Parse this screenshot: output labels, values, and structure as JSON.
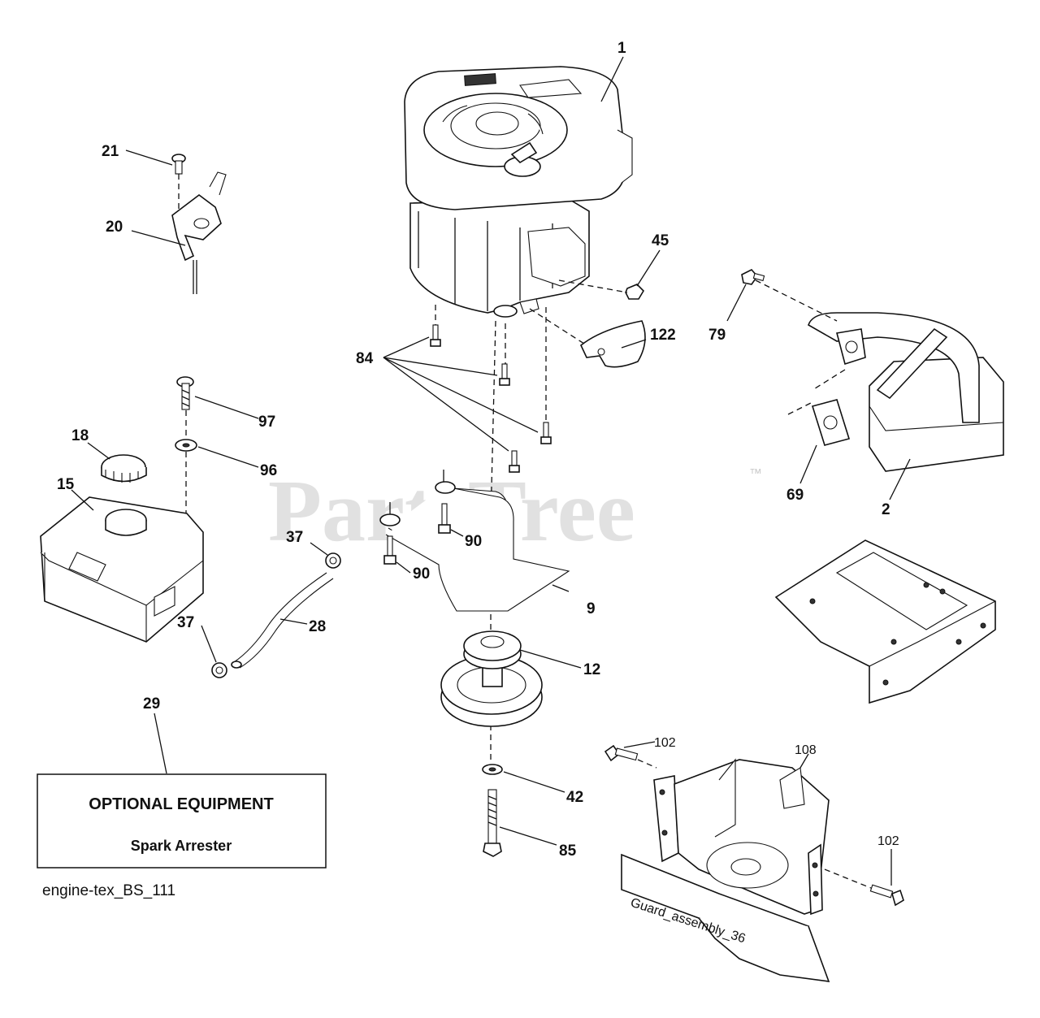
{
  "watermark": {
    "text": "PartsTree",
    "tm": "™"
  },
  "optional_box": {
    "title": "OPTIONAL EQUIPMENT",
    "subtitle": "Spark Arrester"
  },
  "footer_code": "engine-tex_BS_111",
  "callouts": {
    "c1": "1",
    "c2": "2",
    "c9": "9",
    "c12": "12",
    "c15": "15",
    "c18": "18",
    "c20": "20",
    "c21": "21",
    "c28": "28",
    "c29": "29",
    "c37a": "37",
    "c37b": "37",
    "c42": "42",
    "c45": "45",
    "c69": "69",
    "c79": "79",
    "c84": "84",
    "c85": "85",
    "c90a": "90",
    "c90b": "90",
    "c96": "96",
    "c97": "97",
    "c102a": "102",
    "c102b": "102",
    "c108": "108",
    "c122": "122"
  },
  "stamp_text": "Guard_assembly_36"
}
